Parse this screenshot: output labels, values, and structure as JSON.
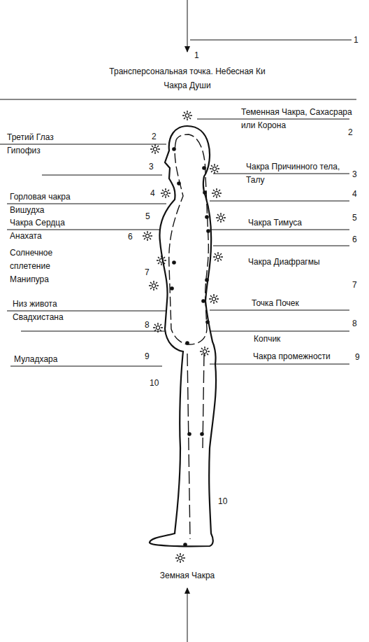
{
  "diagram": {
    "labels": [
      "1",
      "1",
      "Трансперсональная точка. Небесная Ки",
      "Чакра Души",
      "Теменная Чакра, Сахасрара или Корона",
      "2",
      "Третий Глаз Гипофиз",
      "2",
      "3",
      "Чакра Причинного тела, Талу",
      "3",
      "Горловая чакра Вишудха",
      "4",
      "4",
      "5",
      "Чакра Сердца Анахата",
      "6",
      "Чакра Тимуса",
      "5",
      "6",
      "Солнечное сплетение Манипура",
      "7",
      "Чакра Диафрагмы",
      "7",
      "Низ живота Свадхистана",
      "Точка Почек",
      "8",
      "8",
      "Копчик",
      "Чакра промежности",
      "9",
      "Муладхара",
      "9",
      "10",
      "10",
      "Земная Чакра"
    ]
  }
}
